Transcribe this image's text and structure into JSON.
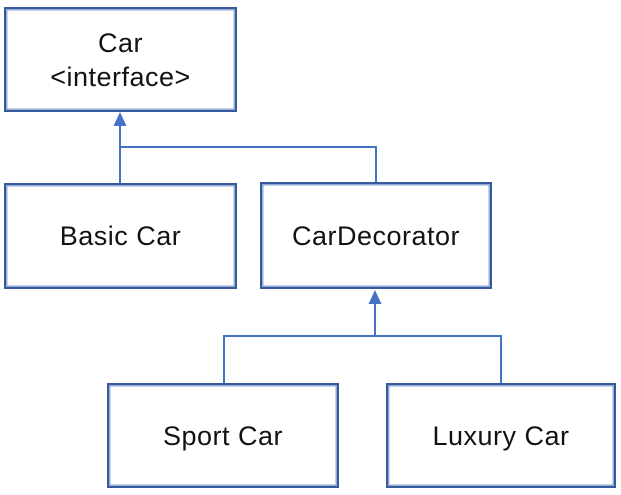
{
  "diagram": {
    "description": "Decorator design pattern class diagram for cars",
    "colors": {
      "connector": "#4472C4",
      "box_border": "#35599B",
      "box_inner_highlight": "#92ABD5",
      "text": "#121212",
      "background": "#FFFFFF"
    },
    "nodes": {
      "car_interface": {
        "label": "Car",
        "stereotype": "<interface>"
      },
      "basic_car": {
        "label": "Basic Car"
      },
      "car_decorator": {
        "label": "CarDecorator"
      },
      "sport_car": {
        "label": "Sport Car"
      },
      "luxury_car": {
        "label": "Luxury Car"
      }
    },
    "edges": [
      {
        "from": "Basic Car",
        "to": "Car",
        "type": "generalization-arrow"
      },
      {
        "from": "CarDecorator",
        "to": "Car",
        "type": "generalization-arrow"
      },
      {
        "from": "Sport Car",
        "to": "CarDecorator",
        "type": "generalization-arrow"
      },
      {
        "from": "Luxury Car",
        "to": "CarDecorator",
        "type": "generalization-arrow"
      }
    ]
  }
}
